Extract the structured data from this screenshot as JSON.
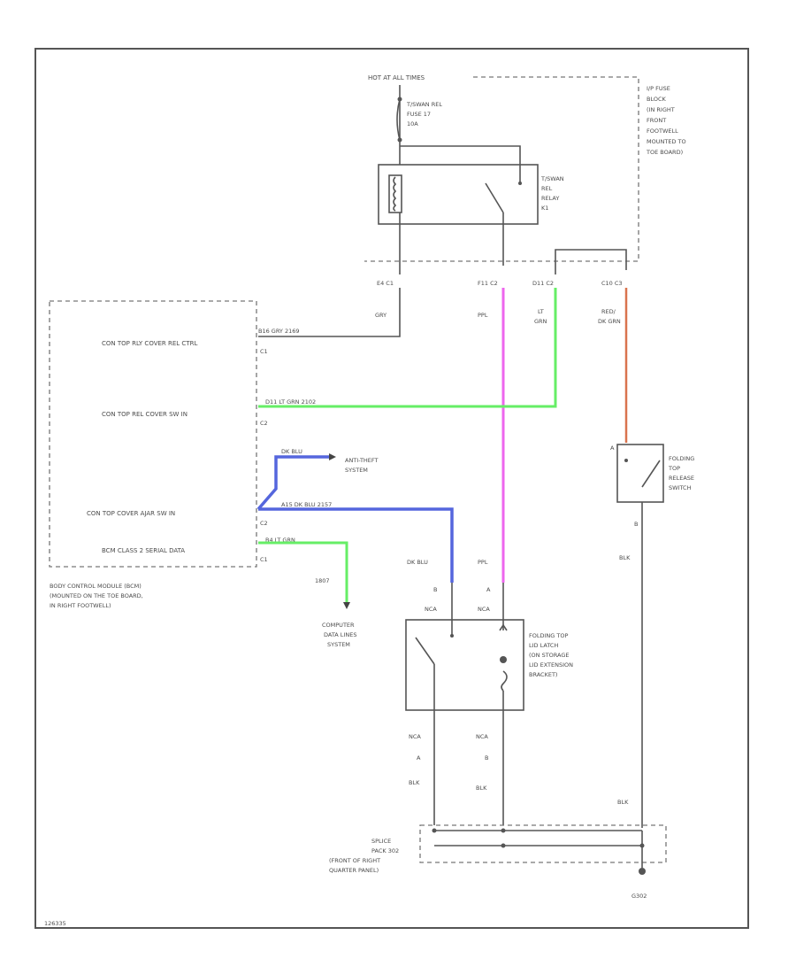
{
  "colors": {
    "pink_wire": "#ee66ee",
    "green_wire": "#66ee66",
    "blue_wire": "#5566dd",
    "orange_wire": "#d9734e",
    "black_wire": "#555555"
  },
  "fuse_block": {
    "hot_label": "HOT AT ALL TIMES",
    "fuse_label": [
      "T/SWAN REL",
      "FUSE 17",
      "10A"
    ],
    "relay_label": [
      "T/SWAN",
      "REL",
      "RELAY",
      "K1"
    ],
    "block_label": [
      "I/P FUSE",
      "BLOCK",
      "(IN RIGHT",
      "FRONT",
      "FOOTWELL",
      "MOUNTED TO",
      "TOE BOARD)"
    ],
    "pin_c1": "E4  C1",
    "pin_c2_a": "F11  C2",
    "pin_c2_b": "D11  C2",
    "pin_c3": "C10  C3"
  },
  "wire_labels": {
    "gry": "GRY",
    "ppl": "PPL",
    "lt_grn": [
      "LT",
      "GRN"
    ],
    "red_dk_grn": [
      "RED/",
      "DK GRN"
    ],
    "blk": "BLK",
    "dk_blu": "DK BLU",
    "ppl_lower": "PPL",
    "blk_a": "BLK",
    "blk_b": "BLK",
    "blk_right": "BLK",
    "blk_splice": "BLK"
  },
  "bcm": {
    "row1_label": "CON TOP RLY COVER REL CTRL",
    "row1_wire": "B16   GRY   2169",
    "row1_conn": "C1",
    "row2_label": "CON TOP REL COVER SW IN",
    "row2_wire": "D11   LT GRN   2102",
    "row2_conn": "C2",
    "row3_label": "CON TOP COVER AJAR SW IN",
    "row3_wire": "A15   DK BLU   2157",
    "row3_conn": "C2",
    "row4_label": "BCM CLASS 2 SERIAL DATA",
    "row4_wire": "B4   LT GRN",
    "row4_conn": "C1",
    "branch_wire": "DK BLU",
    "module_label": [
      "BODY CONTROL MODULE (BCM)",
      "(MOUNTED ON THE TOE BOARD,",
      "IN RIGHT FOOTWELL)"
    ]
  },
  "anti_theft": [
    "ANTI-THEFT",
    "SYSTEM"
  ],
  "data_line": {
    "circuit": "1807",
    "label": [
      "COMPUTER",
      "DATA LINES",
      "SYSTEM"
    ]
  },
  "release_switch": {
    "label": [
      "FOLDING",
      "TOP",
      "RELEASE",
      "SWITCH"
    ],
    "pin_top": "A",
    "pin_bottom": "B"
  },
  "indicator": {
    "label": [
      "FOLDING TOP",
      "LID LATCH",
      "(ON STORAGE",
      "LID EXTENSION",
      "BRACKET)"
    ],
    "pin_b_top": "B",
    "pin_a_top": "A",
    "nca_top_left": "NCA",
    "nca_top_right": "NCA",
    "nca_bottom_left": "NCA",
    "nca_bottom_right": "NCA",
    "pin_a_bottom": "A",
    "pin_b_bottom": "B"
  },
  "splice": {
    "label": [
      "SPLICE",
      "PACK 302",
      "(FRONT OF RIGHT",
      "QUARTER PANEL)"
    ],
    "ground": "G302"
  },
  "footer_code": "126335"
}
